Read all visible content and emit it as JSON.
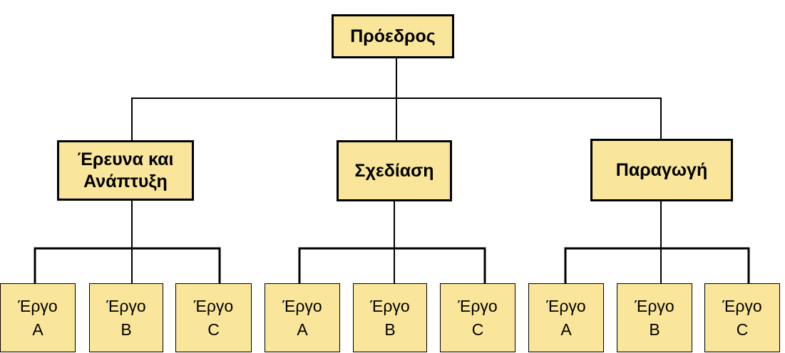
{
  "colors": {
    "box_fill": "#fae69b",
    "border": "#000000",
    "line": "#000000",
    "text": "#000000"
  },
  "president": {
    "label": "Πρόεδρος"
  },
  "departments": [
    {
      "label_lines": [
        "Έρευνα και",
        "Ανάπτυξη"
      ],
      "projects": [
        {
          "line1": "Έργο",
          "line2": "A"
        },
        {
          "line1": "Έργο",
          "line2": "B"
        },
        {
          "line1": "Έργο",
          "line2": "C"
        }
      ]
    },
    {
      "label_lines": [
        "Σχεδίαση"
      ],
      "projects": [
        {
          "line1": "Έργο",
          "line2": "A"
        },
        {
          "line1": "Έργο",
          "line2": "B"
        },
        {
          "line1": "Έργο",
          "line2": "C"
        }
      ]
    },
    {
      "label_lines": [
        "Παραγωγή"
      ],
      "projects": [
        {
          "line1": "Έργο",
          "line2": "A"
        },
        {
          "line1": "Έργο",
          "line2": "B"
        },
        {
          "line1": "Έργο",
          "line2": "C"
        }
      ]
    }
  ]
}
